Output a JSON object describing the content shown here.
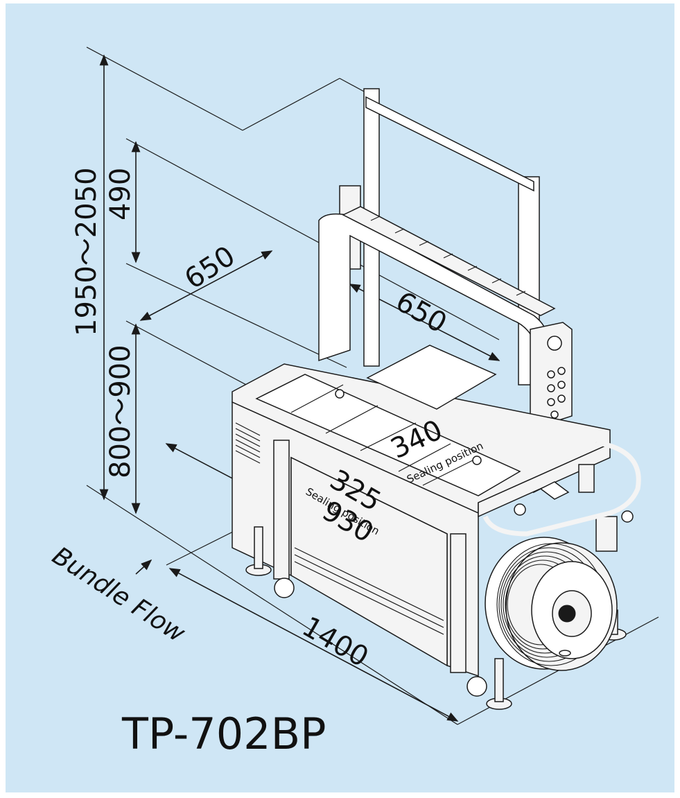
{
  "model": "TP-702BP",
  "bundle_flow": "Bundle Flow",
  "dimensions": {
    "total_height": "1950～2050",
    "arch_height": "490",
    "table_height": "800～900",
    "arch_width_outer": "650",
    "arch_width_inner": "650",
    "sealing_340": "340",
    "sealing_325": "325",
    "width_930": "930",
    "length_1400": "1400",
    "sealing_label_1": "Sealing position",
    "sealing_label_2": "Sealing position"
  }
}
